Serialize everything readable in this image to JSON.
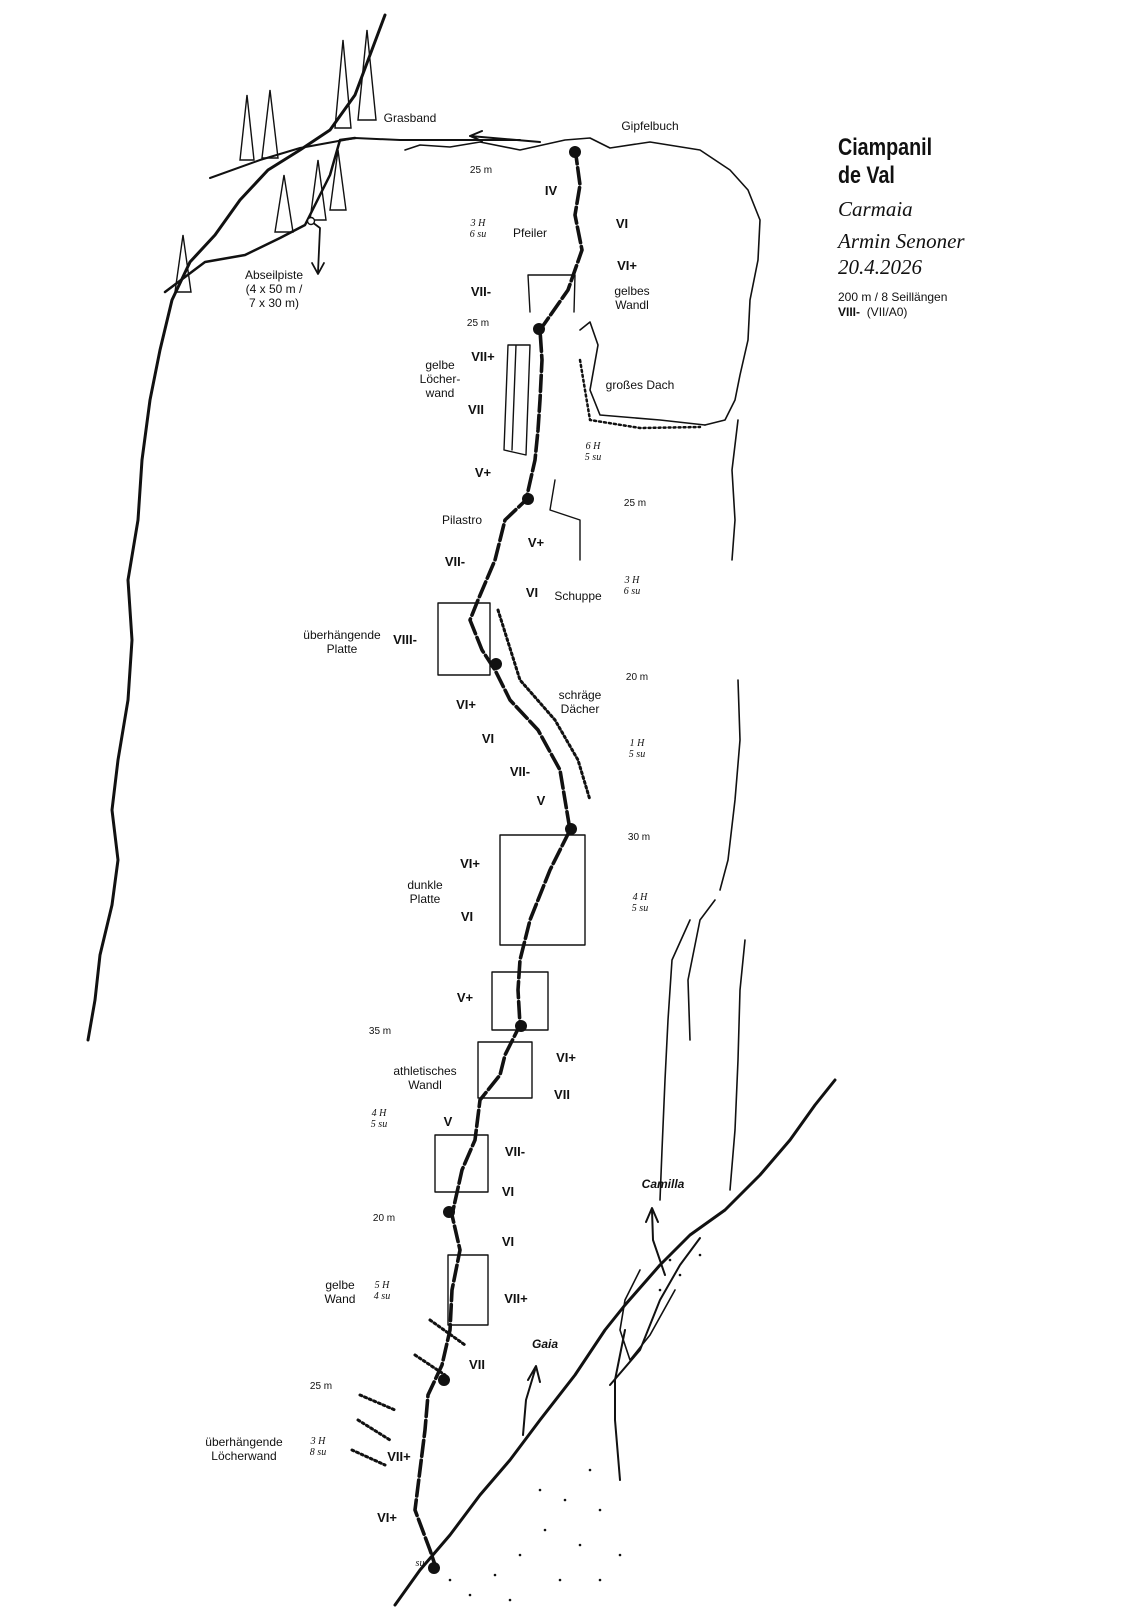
{
  "topo": {
    "title_line1": "Ciampanil",
    "title_line2": "de Val",
    "route_name": "Carmaia",
    "author": "Armin Senoner",
    "date": "20.4.2026",
    "length_info": "200 m / 8 Seillängen",
    "grade_main": "VIII-",
    "grade_alt": "(VII/A0)"
  },
  "features": {
    "grasband": "Grasband",
    "gipfelbuch": "Gipfelbuch",
    "abseil_line1": "Abseilpiste",
    "abseil_line2": "(4 x 50 m /",
    "abseil_line3": "7 x 30 m)",
    "pfeiler": "Pfeiler",
    "gelbes_wandl_1": "gelbes",
    "gelbes_wandl_2": "Wandl",
    "grosses_dach": "großes Dach",
    "loecher_1": "gelbe",
    "loecher_2": "Löcher-",
    "loecher_3": "wand",
    "pilastro": "Pilastro",
    "schuppe": "Schuppe",
    "ueber_platte_1": "überhängende",
    "ueber_platte_2": "Platte",
    "schraege_1": "schräge",
    "schraege_2": "Dächer",
    "dunkle_1": "dunkle",
    "dunkle_2": "Platte",
    "athletisch_1": "athletisches",
    "athletisch_2": "Wandl",
    "gelbe_wand_1": "gelbe",
    "gelbe_wand_2": "Wand",
    "ueber_loecher_1": "überhängende",
    "ueber_loecher_2": "Löcherwand",
    "camilla": "Camilla",
    "gaia": "Gaia",
    "su_start": "su"
  },
  "grades": {
    "g_iv": "IV",
    "g_vi_top": "VI",
    "g_viplus_top": "VI+",
    "g_viiminus_1": "VII-",
    "g_viiplus_1": "VII+",
    "g_vii_1": "VII",
    "g_vplus_1": "V+",
    "g_vplus_2": "V+",
    "g_viiminus_2": "VII-",
    "g_vi_schuppe": "VI",
    "g_viiiminus": "VIII-",
    "g_viplus_2": "VI+",
    "g_vi_2": "VI",
    "g_viiminus_3": "VII-",
    "g_v_1": "V",
    "g_viplus_3": "VI+",
    "g_vi_3": "VI",
    "g_vplus_3": "V+",
    "g_viplus_4": "VI+",
    "g_vii_2": "VII",
    "g_v_2": "V",
    "g_viiminus_4": "VII-",
    "g_vi_4": "VI",
    "g_vi_5": "VI",
    "g_viiplus_2": "VII+",
    "g_vii_3": "VII",
    "g_viiplus_3": "VII+",
    "g_viplus_5": "VI+"
  },
  "pitches": {
    "l8": "25 m",
    "b8_1": "3 H",
    "b8_2": "6 su",
    "l7": "25 m",
    "b7_1": "6 H",
    "b7_2": "5 su",
    "l6": "25 m",
    "b6_1": "3 H",
    "b6_2": "6 su",
    "l5": "20 m",
    "b5_1": "1 H",
    "b5_2": "5 su",
    "l4": "30 m",
    "b4_1": "4 H",
    "b4_2": "5 su",
    "l3": "35 m",
    "b3_1": "4 H",
    "b3_2": "5 su",
    "l2": "20 m",
    "b2_1": "5 H",
    "b2_2": "4 su",
    "l1": "25 m",
    "b1_1": "3 H",
    "b1_2": "8 su"
  }
}
